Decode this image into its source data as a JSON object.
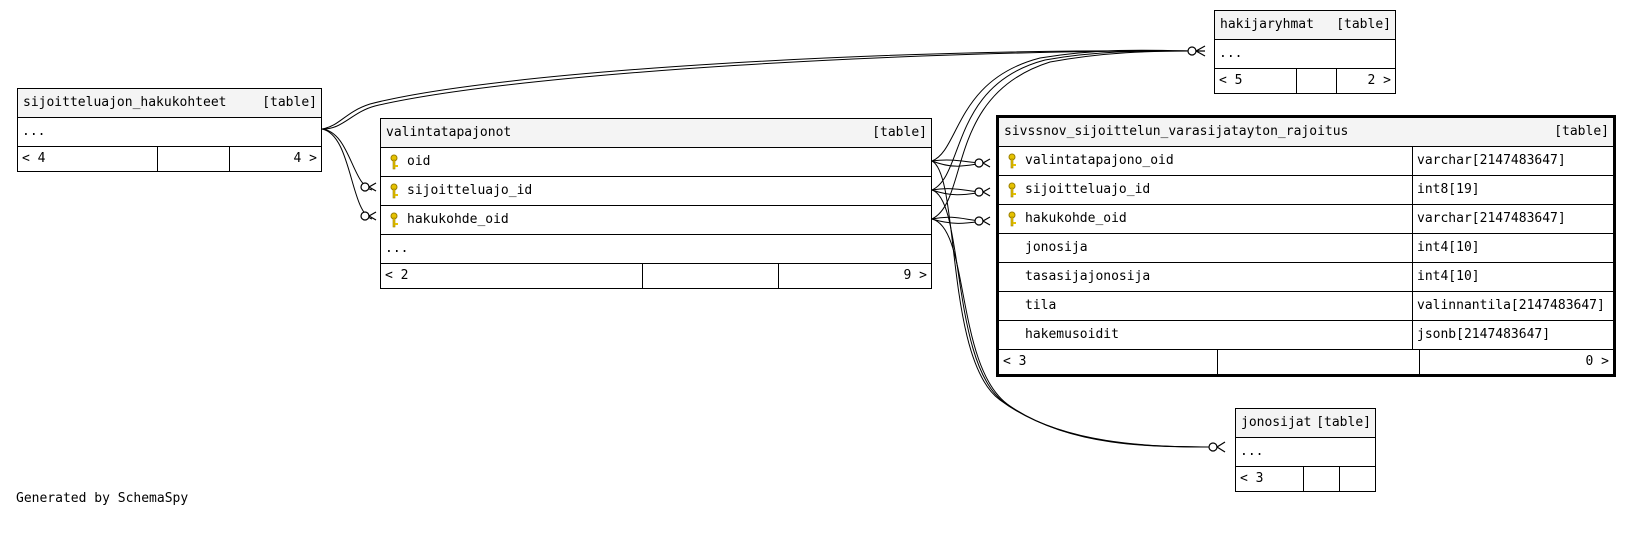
{
  "footer_text": "Generated by SchemaSpy",
  "tables": {
    "sijoitteluajon_hakukohteet": {
      "name": "sijoitteluajon_hakukohteet",
      "kind": "[table]",
      "rows": [
        "..."
      ],
      "parents": "< 4",
      "children": "4 >"
    },
    "valintatapajonot": {
      "name": "valintatapajonot",
      "kind": "[table]",
      "columns": [
        {
          "name": "oid",
          "key": true
        },
        {
          "name": "sijoitteluajo_id",
          "key": true
        },
        {
          "name": "hakukohde_oid",
          "key": true
        }
      ],
      "more": "...",
      "parents": "< 2",
      "children": "9 >"
    },
    "hakijaryhmat": {
      "name": "hakijaryhmat",
      "kind": "[table]",
      "rows": [
        "..."
      ],
      "parents": "< 5",
      "children": "2 >"
    },
    "sivssnov": {
      "name": "sivssnov_sijoittelun_varasijatayton_rajoitus",
      "kind": "[table]",
      "columns": [
        {
          "name": "valintatapajono_oid",
          "type": "varchar[2147483647]",
          "key": true
        },
        {
          "name": "sijoitteluajo_id",
          "type": "int8[19]",
          "key": true
        },
        {
          "name": "hakukohde_oid",
          "type": "varchar[2147483647]",
          "key": true
        },
        {
          "name": "jonosija",
          "type": "int4[10]",
          "key": false
        },
        {
          "name": "tasasijajonosija",
          "type": "int4[10]",
          "key": false
        },
        {
          "name": "tila",
          "type": "valinnantila[2147483647]",
          "key": false
        },
        {
          "name": "hakemusoidit",
          "type": "jsonb[2147483647]",
          "key": false
        }
      ],
      "parents": "< 3",
      "children": "0 >"
    },
    "jonosijat": {
      "name": "jonosijat",
      "kind": "[table]",
      "rows": [
        "..."
      ],
      "parents": "< 3",
      "children": ""
    }
  }
}
